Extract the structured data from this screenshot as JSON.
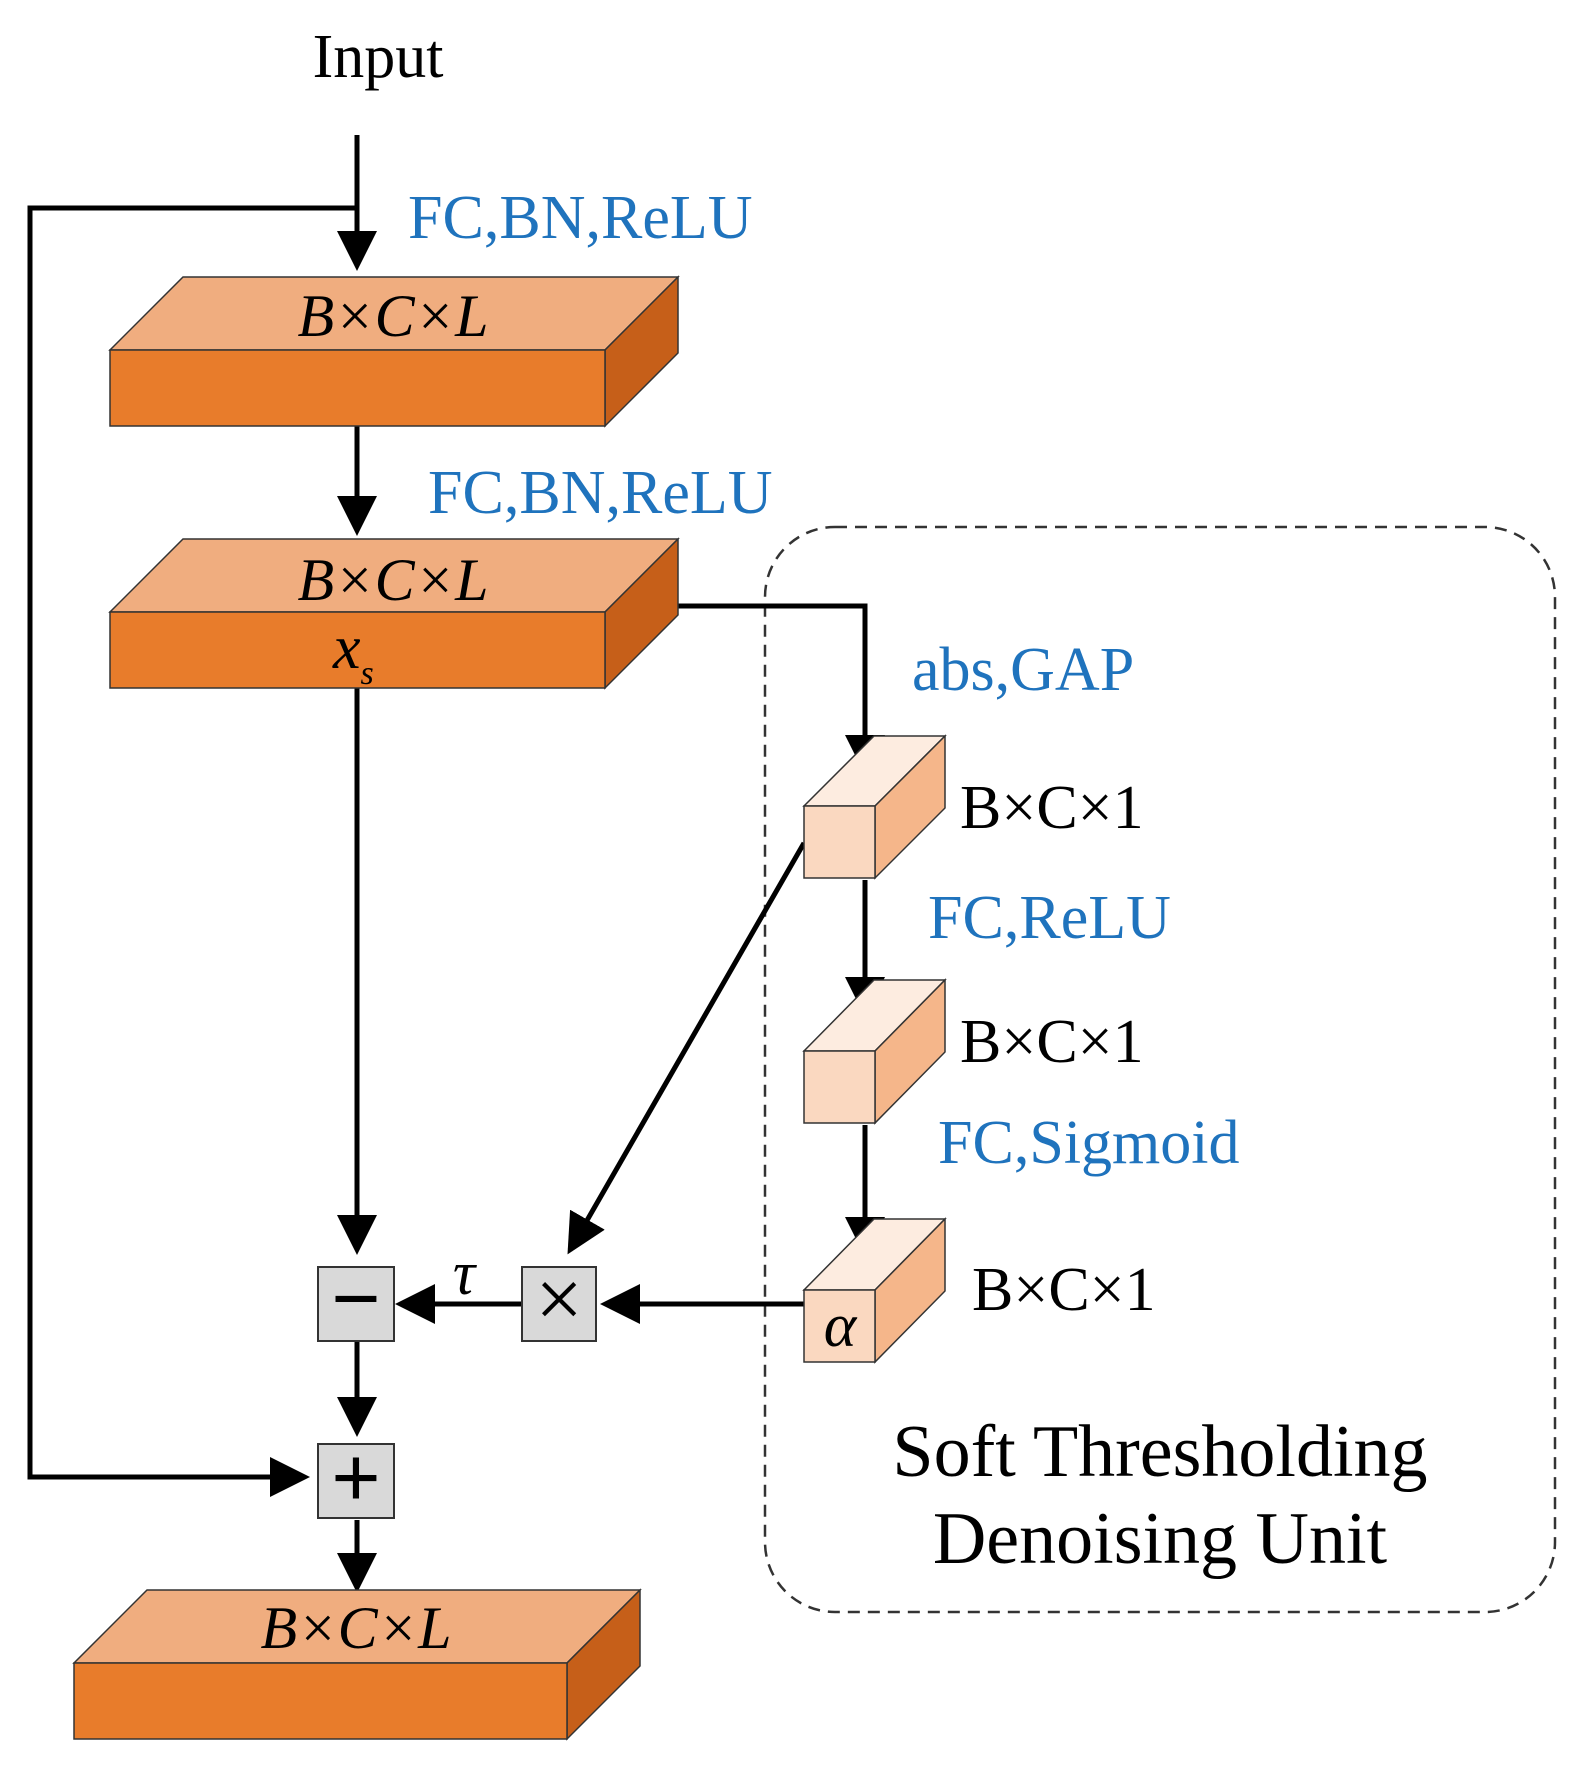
{
  "title": "Input",
  "colors": {
    "block_front": "#e87c2b",
    "block_top": "#f0ad7f",
    "block_side": "#c65f19",
    "small_front": "#fad8c0",
    "small_top": "#fdece0",
    "small_side": "#f5b68a",
    "label_blue": "#1f73bd",
    "operator_fill": "#d9d9d9",
    "dashed_border": "#333333"
  },
  "main_path": {
    "layer1_op": "FC,BN,ReLU",
    "block1_dim": "B×C×L",
    "layer2_op": "FC,BN,ReLU",
    "block2_dim": "B×C×L",
    "block2_var": "x",
    "block2_var_sub": "s",
    "output_dim": "B×C×L"
  },
  "threshold_unit": {
    "title_line1": "Soft Thresholding",
    "title_line2": "Denoising Unit",
    "op1": "abs,GAP",
    "feat1_dim": "B×C×1",
    "op2": "FC,ReLU",
    "feat2_dim": "B×C×1",
    "op3": "FC,Sigmoid",
    "feat3_dim": "B×C×1",
    "feat3_var": "α"
  },
  "operators": {
    "multiply": "×",
    "subtract": "−",
    "add": "+",
    "tau": "τ"
  }
}
